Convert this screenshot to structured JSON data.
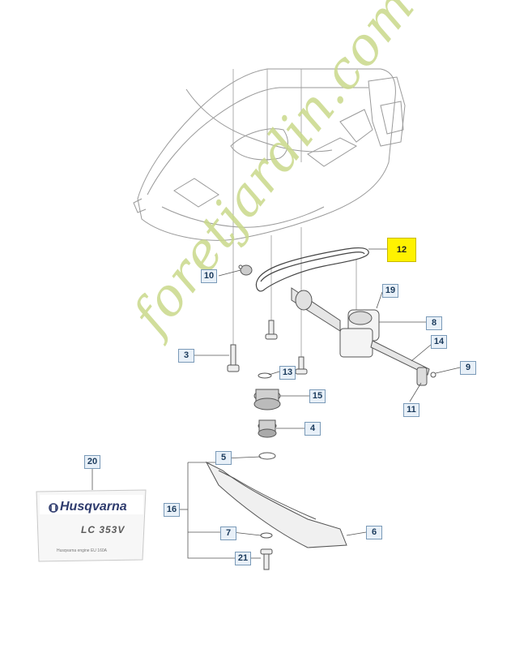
{
  "callouts": {
    "c12": "12",
    "c10": "10",
    "c19": "19",
    "c8": "8",
    "c14": "14",
    "c3": "3",
    "c9": "9",
    "c13": "13",
    "c15": "15",
    "c11": "11",
    "c4": "4",
    "c20": "20",
    "c5": "5",
    "c16": "16",
    "c7": "7",
    "c6": "6",
    "c21": "21"
  },
  "decal": {
    "brand": "Husqvarna",
    "model": "LC 353V",
    "fine_print": "Husqvarna engine EU 160A"
  },
  "watermark": "foretjardin.com",
  "colors": {
    "highlight": "#fff200",
    "callout_border": "#7a9ab8",
    "callout_fill": "#e8f0f8",
    "line": "#555555",
    "watermark": "#c9d98a"
  }
}
